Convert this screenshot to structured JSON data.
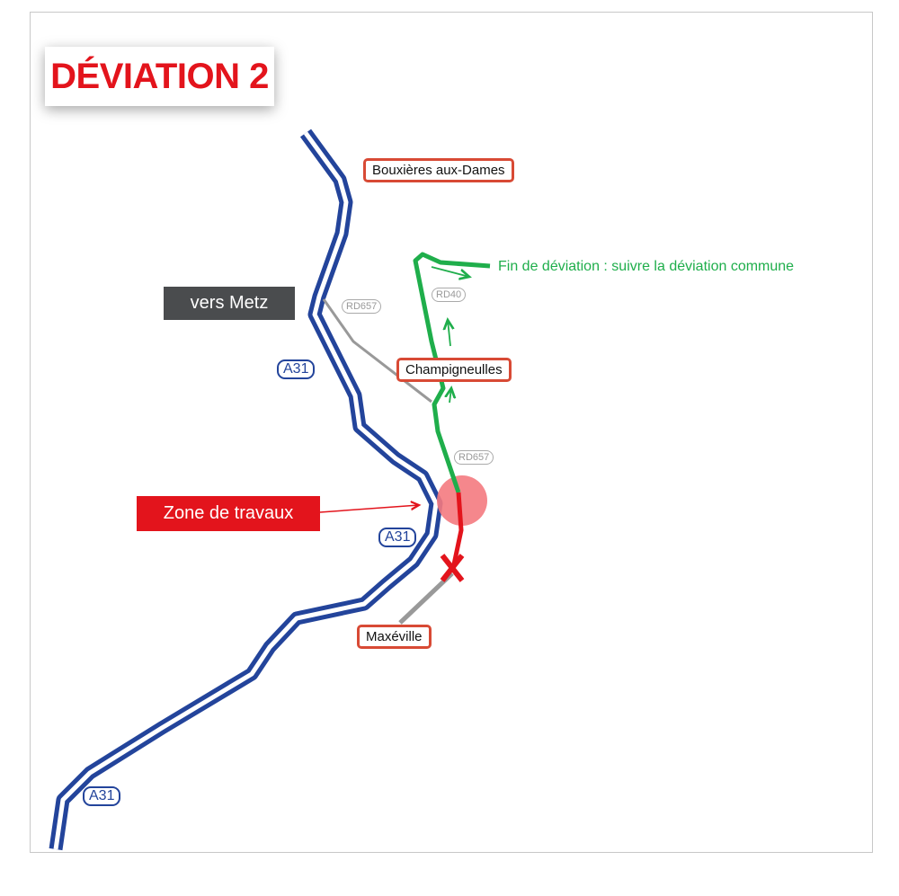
{
  "title": "DÉVIATION 2",
  "towns": {
    "bouxieres": "Bouxières aux-Dames",
    "champigneulles": "Champigneulles",
    "maxeville": "Maxéville"
  },
  "roads": {
    "rd657_top": "RD657",
    "rd40": "RD40",
    "rd657_bottom": "RD657",
    "a31_top": "A31",
    "a31_mid": "A31",
    "a31_bottom": "A31"
  },
  "labels": {
    "vers_metz": "vers Metz",
    "zone_travaux": "Zone de travaux",
    "fin_deviation": "Fin de déviation : suivre la déviation commune"
  },
  "colors": {
    "highway": "#23449b",
    "deviation": "#1fae4b",
    "closed": "#e3141c",
    "works_zone": "#f47a80",
    "local_road": "#999999"
  }
}
